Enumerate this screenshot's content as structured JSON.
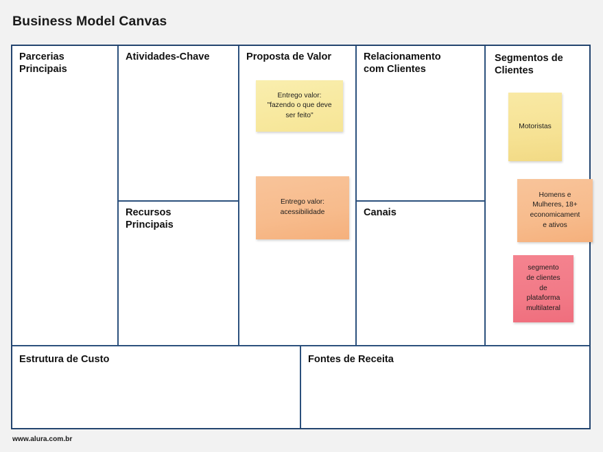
{
  "page": {
    "title": "Business Model Canvas",
    "footer_url": "www.alura.com.br",
    "background_color": "#f2f2f2",
    "border_color": "#21436e"
  },
  "canvas": {
    "blocks": [
      {
        "id": "key-partners",
        "title": "Parcerias\nPrincipais"
      },
      {
        "id": "key-activities",
        "title": "Atividades-Chave"
      },
      {
        "id": "key-resources",
        "title": "Recursos\nPrincipais"
      },
      {
        "id": "value-proposition",
        "title": "Proposta de Valor"
      },
      {
        "id": "customer-relations",
        "title": "Relacionamento\ncom Clientes"
      },
      {
        "id": "channels",
        "title": "Canais"
      },
      {
        "id": "customer-segments",
        "title": "Segmentos de\nClientes"
      },
      {
        "id": "cost-structure",
        "title": "Estrutura de Custo"
      },
      {
        "id": "revenue-streams",
        "title": "Fontes de Receita"
      }
    ],
    "notes": [
      {
        "id": "note-value-delivery",
        "block": "value-proposition",
        "text": "Entrego valor:\n\"fazendo o que deve\nser feito\"",
        "color": "#f7e9a0",
        "color_name": "yellow"
      },
      {
        "id": "note-value-accessibility",
        "block": "value-proposition",
        "text": "Entrego valor:\nacessibilidade",
        "color": "#f7bb8c",
        "color_name": "orange"
      },
      {
        "id": "note-drivers",
        "block": "customer-segments",
        "text": "Motoristas",
        "color": "#f6e294",
        "color_name": "yellow"
      },
      {
        "id": "note-demographics",
        "block": "customer-segments",
        "text": "Homens e\nMulheres, 18+\neconomicament\ne ativos",
        "color": "#f7bb8c",
        "color_name": "orange"
      },
      {
        "id": "note-multisided-platform",
        "block": "customer-segments",
        "text": "segmento\nde clientes\nde\nplataforma\nmultilateral",
        "color": "#f27a87",
        "color_name": "pink"
      }
    ]
  }
}
